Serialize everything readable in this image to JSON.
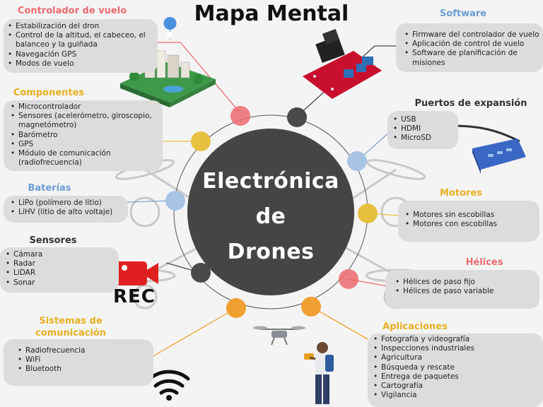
{
  "title": "Mapa Mental",
  "center": {
    "line1": "Electrónica",
    "line2": "de",
    "line3": "Drones"
  },
  "colors": {
    "red": "#ec6a6f",
    "orange": "#f0a030",
    "yellow": "#e8c040",
    "blue": "#7ea4d0",
    "dark": "#4a4a4a",
    "box": "#dcdcdc"
  },
  "nodes": {
    "controlador": {
      "heading": "Controlador de vuelo",
      "items": [
        "Estabilización del dron",
        "Control de la altitud, el cabeceo, el",
        "balanceo y la guiñada",
        "Navegación GPS",
        "Modos de vuelo"
      ]
    },
    "componentes": {
      "heading": "Componentes",
      "items": [
        "Microcontrolador",
        "Sensores (acelerómetro, giroscopio,",
        "magnetómetro)",
        "Barómetro",
        "GPS",
        "Módulo de comunicación",
        "(radiofrecuencia)"
      ]
    },
    "baterias": {
      "heading": "Baterías",
      "items": [
        "LiPo (polímero de litio)",
        "LiHV (litio de alto voltaje)"
      ]
    },
    "sensores": {
      "heading": "Sensores",
      "items": [
        "Cámara",
        "Radar",
        "LiDAR",
        "Sonar"
      ]
    },
    "comunicacion": {
      "heading1": "Sistemas de",
      "heading2": "comunicación",
      "items": [
        "Radiofrecuencia",
        "WiFi",
        "Bluetooth"
      ]
    },
    "software": {
      "heading": "Software",
      "items": [
        "Firmware del controlador de vuelo",
        "Aplicación de control de vuelo",
        "Software de planificación de",
        "misiones"
      ]
    },
    "puertos": {
      "heading": "Puertos de expansión",
      "items": [
        "USB",
        "HDMI",
        "MicroSD"
      ]
    },
    "motores": {
      "heading": "Motores",
      "items": [
        "Motores sin escobillas",
        "Motores con escobillas"
      ]
    },
    "helices": {
      "heading": "Hélices",
      "items": [
        "Hélices de paso fijo",
        "Hélices de paso variable"
      ]
    },
    "aplicaciones": {
      "heading": "Aplicaciones",
      "items": [
        "Fotografía y videografía",
        "Inspecciones industriales",
        "Agricultura",
        "Búsqueda y rescate",
        "Entrega de paquetes",
        "Cartografía",
        "Vigilancia"
      ]
    }
  },
  "rec_label": "REC"
}
